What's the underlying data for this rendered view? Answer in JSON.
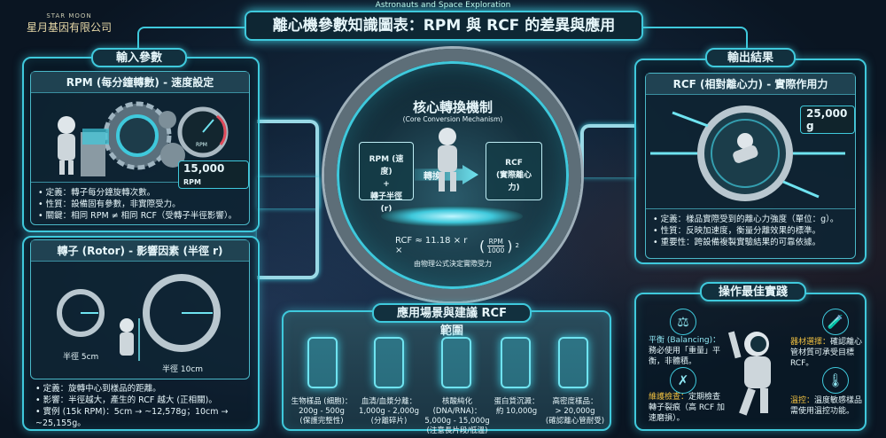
{
  "brand": {
    "en": "STAR MOON",
    "zh": "星月基因有限公司"
  },
  "header": {
    "subtitle": "Astronauts and Space Exploration",
    "title": "離心機參數知識圖表：RPM 與 RCF 的差異與應用"
  },
  "input": {
    "tag": "輸入參數",
    "rpm_card": {
      "title": "RPM (每分鐘轉數) - 速度設定",
      "gauge_label": "RPM",
      "readout": "15,000",
      "readout_unit": "RPM",
      "bullets": [
        "定義：轉子每分鐘旋轉次數。",
        "性質：設備固有參數，非實際受力。",
        "關鍵：相同 RPM ≠ 相同 RCF（受轉子半徑影響）。"
      ]
    },
    "rotor_card": {
      "title": "轉子 (Rotor) - 影響因素 (半徑 r)",
      "small_label": "半徑 5cm",
      "large_label": "半徑 10cm",
      "bullets": [
        "定義：旋轉中心到樣品的距離。",
        "影響：半徑越大，產生的 RCF 越大 (正相關)。",
        "實例 (15k RPM)：5cm → ~12,578g；10cm → ~25,155g。"
      ]
    }
  },
  "core": {
    "title": "核心轉換機制",
    "subtitle": "(Core Conversion Mechanism)",
    "left_box": [
      "RPM (速度)",
      "+",
      "轉子半徑 (r)"
    ],
    "arrow_label": "轉換",
    "right_box": [
      "RCF",
      "(實際離心力)"
    ],
    "formula": {
      "lhs": "RCF ≈ 11.18 × r ×",
      "num": "RPM",
      "den": "1000",
      "exp": "2"
    },
    "formula_note": "由物理公式決定實際受力"
  },
  "output": {
    "tag": "輸出結果",
    "card_title": "RCF (相對離心力) - 實際作用力",
    "readout": "25,000 g",
    "bullets": [
      "定義：樣品實際受到的離心力強度（單位：g）。",
      "性質：反映加速度，衡量分離效果的標準。",
      "重要性：跨設備複製實驗結果的可靠依據。"
    ]
  },
  "applications": {
    "title": "應用場景與建議 RCF 範圍",
    "items": [
      {
        "name": "生物樣品 (細胞)：",
        "range": "200g - 500g",
        "note": "(保護完整性)"
      },
      {
        "name": "血清/血漿分離：",
        "range": "1,000g - 2,000g",
        "note": "(分離碎片)"
      },
      {
        "name": "核酸純化 (DNA/RNA)：",
        "range": "5,000g - 15,000g",
        "note": "(注意長片段/低溫)"
      },
      {
        "name": "蛋白質沉澱：",
        "range": "約 10,000g",
        "note": ""
      },
      {
        "name": "高密度樣品：",
        "range": "> 20,000g",
        "note": "(確認離心管耐受)"
      }
    ]
  },
  "practice": {
    "tag": "操作最佳實踐",
    "items": [
      {
        "icon": "balance-scale-icon",
        "glyph": "⚖",
        "head": "平衡 (Balancing)：",
        "body": "務必使用「重量」平衡，非體積。"
      },
      {
        "icon": "tube-icon",
        "glyph": "🧪",
        "head": "器材選擇：",
        "body": "確認離心管材質可承受目標 RCF。"
      },
      {
        "icon": "tools-icon",
        "glyph": "✗",
        "head": "維護檢查：",
        "body": "定期檢查轉子裂痕（高 RCF 加速磨損）。"
      },
      {
        "icon": "thermometer-icon",
        "glyph": "🌡",
        "head": "溫控：",
        "body": "溫度敏感樣品需使用溫控功能。"
      }
    ]
  },
  "colors": {
    "accent": "#3fc9dc",
    "background": "#0a1522",
    "highlight": "#f0c040"
  }
}
